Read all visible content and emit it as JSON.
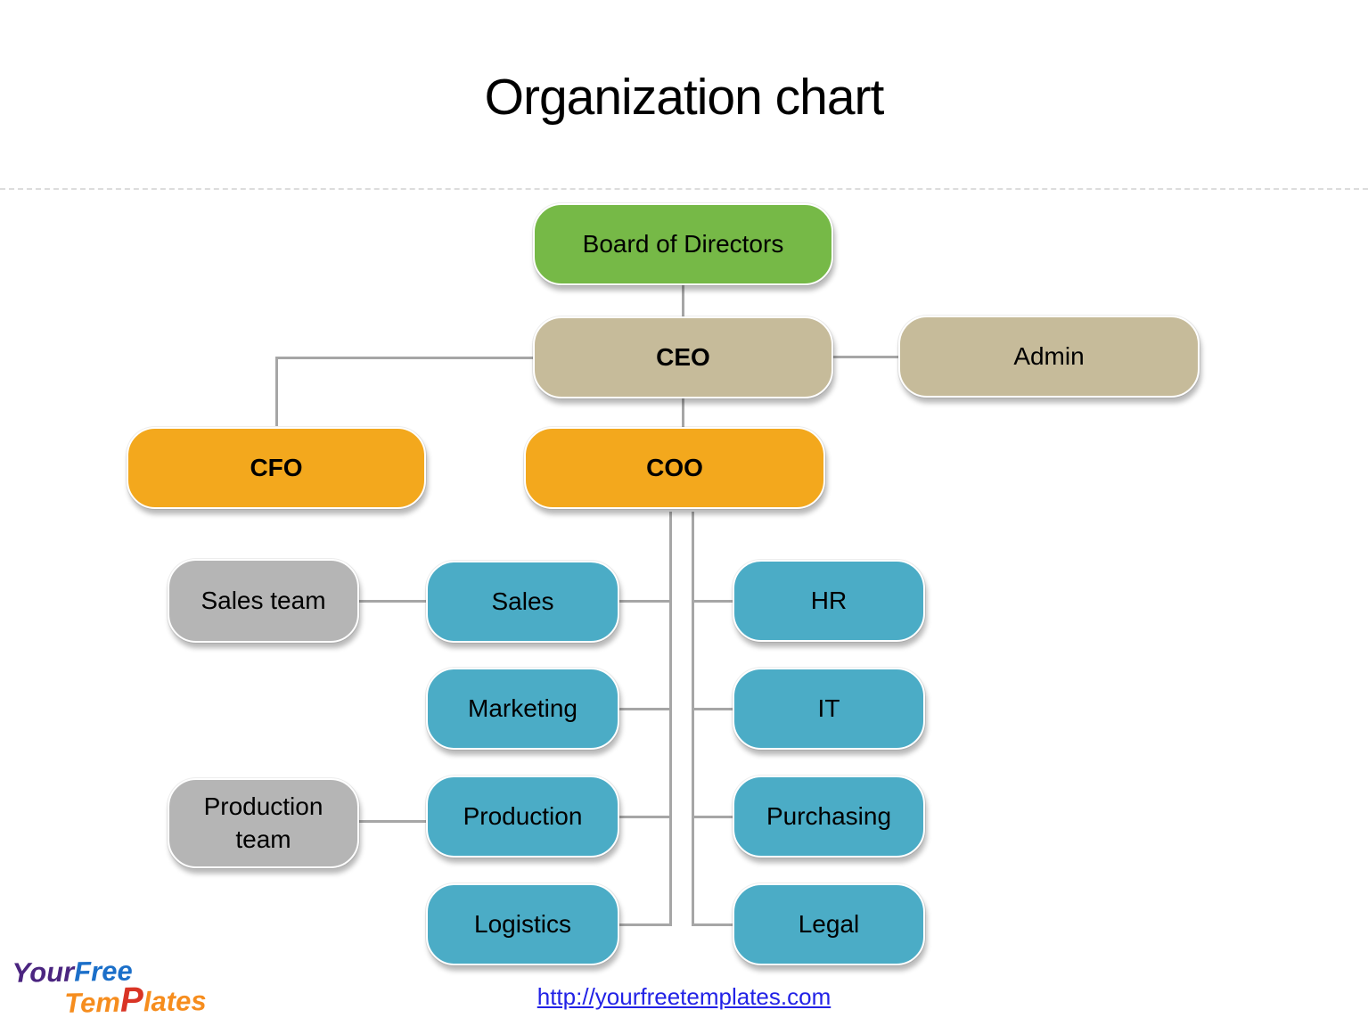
{
  "title": "Organization chart",
  "org": {
    "board": "Board of Directors",
    "ceo": "CEO",
    "admin": "Admin",
    "cfo": "CFO",
    "coo": "COO",
    "sales_team": "Sales team",
    "production_team": "Production team",
    "coo_left_reports": [
      {
        "label": "Sales"
      },
      {
        "label": "Marketing"
      },
      {
        "label": "Production"
      },
      {
        "label": "Logistics"
      }
    ],
    "coo_right_reports": [
      {
        "label": "HR"
      },
      {
        "label": "IT"
      },
      {
        "label": "Purchasing"
      },
      {
        "label": "Legal"
      }
    ]
  },
  "colors": {
    "board_green": "#76b947",
    "executive_tan": "#c6bb9a",
    "officer_amber": "#f3a81d",
    "department_teal": "#4bacc6",
    "team_gray": "#b5b5b5",
    "connector_gray": "#a6a6a6",
    "link_blue": "#2222e6"
  },
  "footer": {
    "link_text": "http://yourfreetemplates.com"
  },
  "logo": {
    "your": "Your",
    "free": "Free",
    "tem": "Tem",
    "p_cap": "P",
    "lates": "lates"
  }
}
